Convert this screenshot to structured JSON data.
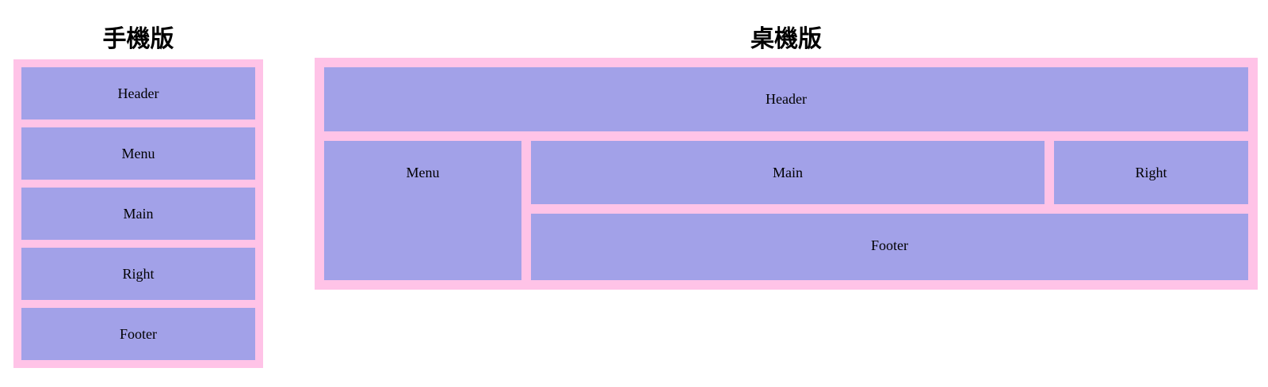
{
  "mobile": {
    "title": "手機版",
    "boxes": {
      "header": "Header",
      "menu": "Menu",
      "main": "Main",
      "right": "Right",
      "footer": "Footer"
    }
  },
  "desktop": {
    "title": "桌機版",
    "boxes": {
      "header": "Header",
      "menu": "Menu",
      "main": "Main",
      "right": "Right",
      "footer": "Footer"
    }
  },
  "colors": {
    "container_pink": "#ffc3e7",
    "box_purple": "#a2a1e8",
    "text": "#000000",
    "page_background": "#ffffff"
  }
}
